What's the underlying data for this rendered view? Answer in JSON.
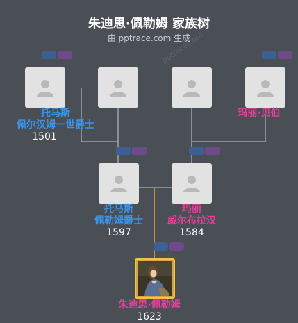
{
  "header": {
    "title": "朱迪思·佩勒姆 家族树",
    "subtitle": "由 pptrace.com 生成",
    "watermark": "pptrace.com"
  },
  "colors": {
    "background": "#4a4e55",
    "male": "#3a95e8",
    "female": "#e5409a",
    "connector": "#c8ccd2",
    "highlight_connector": "#f0a830"
  },
  "people": {
    "gp1": {
      "name_line1": "托马斯",
      "name_line2": "佩尔汉姆一世爵士",
      "year": "1501",
      "gender": "male"
    },
    "gp2": {
      "name_line1": "",
      "name_line2": "",
      "year": "",
      "gender": "female"
    },
    "gp3": {
      "name_line1": "",
      "name_line2": "",
      "year": "",
      "gender": "male"
    },
    "gp4": {
      "name_line1": "玛丽·贝伯",
      "name_line2": "",
      "year": "",
      "gender": "female"
    },
    "father": {
      "name_line1": "托马斯",
      "name_line2": "佩勒姆爵士",
      "year": "1597",
      "gender": "male"
    },
    "mother": {
      "name_line1": "玛丽",
      "name_line2": "威尔布拉汉",
      "year": "1584",
      "gender": "female"
    },
    "subject": {
      "name_line1": "朱迪思·佩勒姆",
      "year": "1623",
      "gender": "female"
    }
  },
  "icons": {
    "placeholder": "person-silhouette-icon",
    "portrait": "portrait-photo",
    "expand_parents": "parents-toggle-icon",
    "expand_spouses": "spouses-toggle-icon"
  }
}
